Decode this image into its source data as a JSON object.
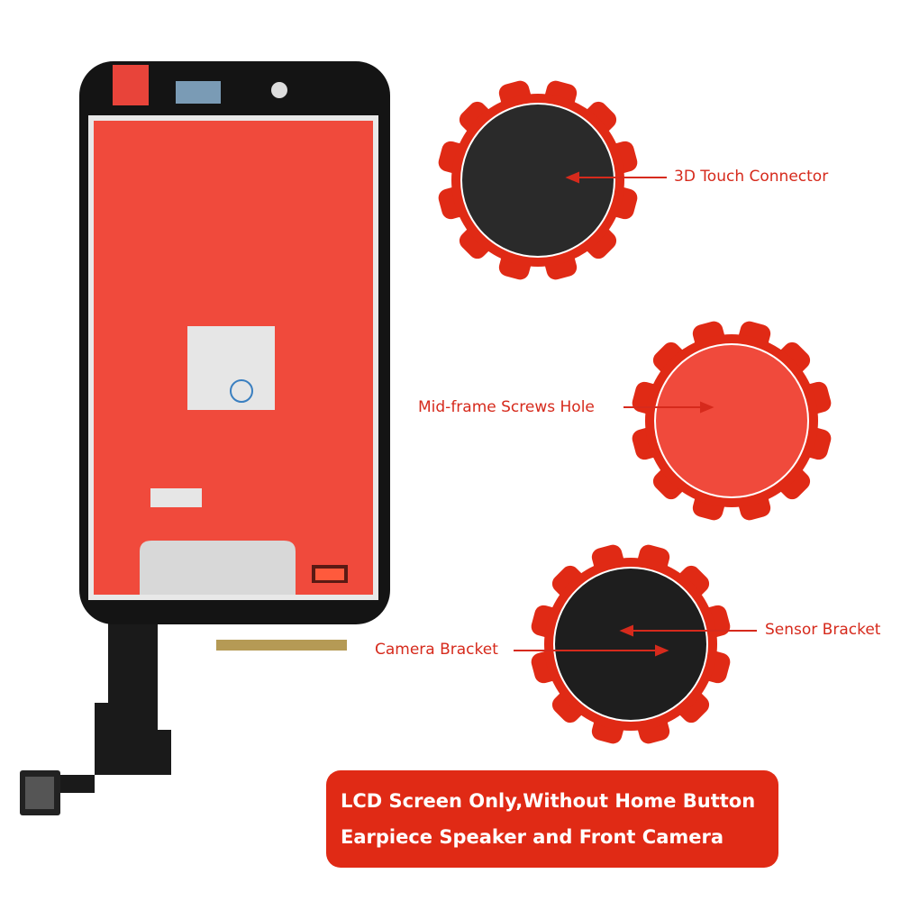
{
  "colors": {
    "accent_red": "#e02a15",
    "panel_red": "#f04a3c",
    "frame_black": "#141414",
    "callout_red": "#d62a1c"
  },
  "callouts": {
    "touch_connector": "3D Touch Connector",
    "screws_hole": "Mid-frame Screws Hole",
    "sensor_bracket": "Sensor Bracket",
    "camera_bracket": "Camera Bracket"
  },
  "banner": {
    "line1": "LCD Screen Only,Without Home Button",
    "line2": "Earpiece Speaker and Front Camera"
  }
}
